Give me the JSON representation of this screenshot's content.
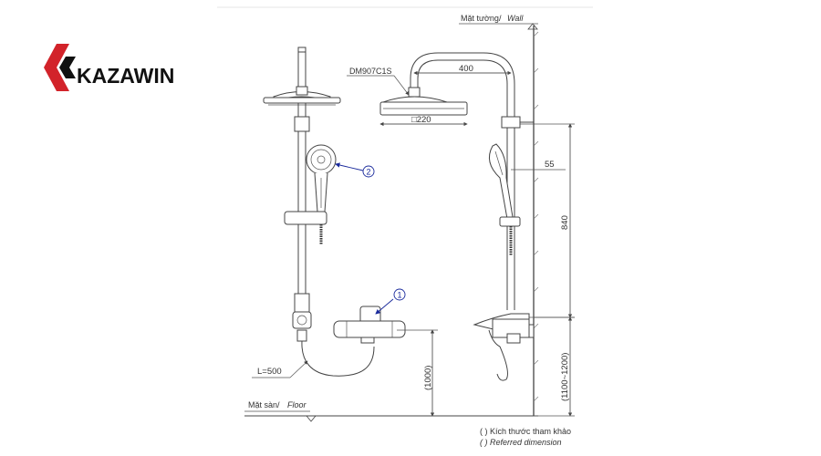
{
  "brand": {
    "name": "KAZAWIN",
    "red": "#d2232a"
  },
  "labels": {
    "wall": "Mặt tường/",
    "wall_en": "Wall",
    "floor": "Mặt sàn/",
    "floor_en": "Floor",
    "model": "DM907C1S",
    "hose_length": "L=500",
    "callout_1": "1",
    "callout_2": "2"
  },
  "dimensions": {
    "arm_length": "400",
    "head_size": "□220",
    "offset": "55",
    "height_840": "840",
    "height_left": "(1000)",
    "height_right": "(1100~1200)"
  },
  "notes": {
    "ref_vi": "( ) Kích thước tham khảo",
    "ref_en": "( ) Referred dimension"
  }
}
